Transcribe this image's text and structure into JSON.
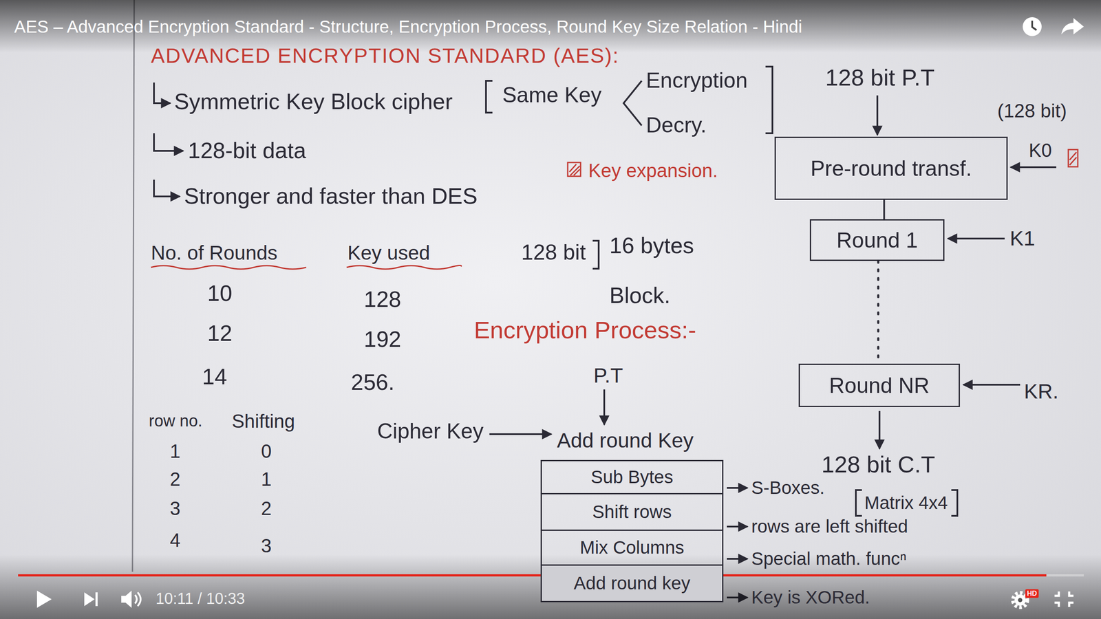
{
  "diagram": {
    "title": "ADVANCED ENCRYPTION STANDARD (AES):",
    "nodes": [
      {
        "text": [
          "Pre-round transf."
        ]
      },
      {
        "text": [
          "Round 1"
        ]
      },
      {
        "text": [
          "Round NR"
        ]
      },
      {
        "text": [
          "Sub Bytes"
        ]
      },
      {
        "text": [
          "Shift rows"
        ]
      },
      {
        "text": [
          "Mix Columns"
        ]
      },
      {
        "text": [
          "Add round key"
        ]
      }
    ],
    "edges": [
      {
        "from": 0,
        "to": 1,
        "arrow": "none"
      },
      {
        "from": 1,
        "to": 2,
        "arrow": "none"
      }
    ],
    "labels": [
      "AES – Advanced Encryption Standard - Structure, Encryption Process, Round Key Size Relation - Hindi",
      "Symmetric Key Block cipher",
      "Same Key",
      "Encryption",
      "Decry.",
      "128-bit data",
      "Stronger and faster than DES",
      "Key expansion.",
      "No. of Rounds",
      "Key used",
      "10",
      "128",
      "12",
      "192",
      "14",
      "256.",
      "128 bit",
      "16 bytes",
      "Block.",
      "Encryption Process:-",
      "P.T",
      "Cipher Key",
      "Add round Key",
      "row no.",
      "Shifting",
      "1",
      "0",
      "2",
      "1",
      "3",
      "2",
      "4",
      "3",
      "S-Boxes.",
      "Matrix 4x4",
      "rows are left shifted",
      "Special math. funcⁿ",
      "Key is XORed.",
      "128 bit P.T",
      "(128 bit)",
      "K0",
      "K1",
      "KR.",
      "128 bit C.T",
      "10:11 / 10:33",
      "HD"
    ]
  }
}
